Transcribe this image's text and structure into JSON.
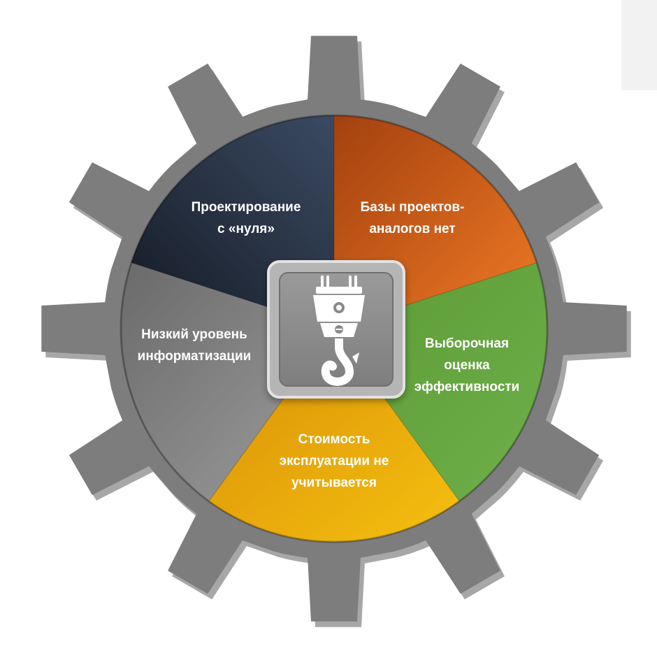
{
  "diagram": {
    "center_icon": "crane-hook-icon",
    "segments": [
      {
        "id": "design-from-scratch",
        "lines": [
          "Проектирование",
          "с «нуля»"
        ],
        "color": "#2e3b50"
      },
      {
        "id": "no-analog-database",
        "lines": [
          "Базы проектов-",
          "аналогов нет"
        ],
        "color": "#d45a1e"
      },
      {
        "id": "selective-efficiency-assessment",
        "lines": [
          "Выборочная",
          "оценка",
          "эффективности"
        ],
        "color": "#64a33e"
      },
      {
        "id": "operating-cost-ignored",
        "lines": [
          "Стоимость",
          "эксплуатации не",
          "учитывается"
        ],
        "color": "#e0a10a"
      },
      {
        "id": "low-informatization-level",
        "lines": [
          "Низкий уровень",
          "информатизации"
        ],
        "color": "#8a8a8a"
      }
    ],
    "colors": {
      "gear": "#7d7d7d",
      "gear_shadow": "#5e5e5e",
      "center_tile": "#8f8f8f",
      "center_border": "#d0d0d0",
      "icon": "#ffffff"
    }
  }
}
